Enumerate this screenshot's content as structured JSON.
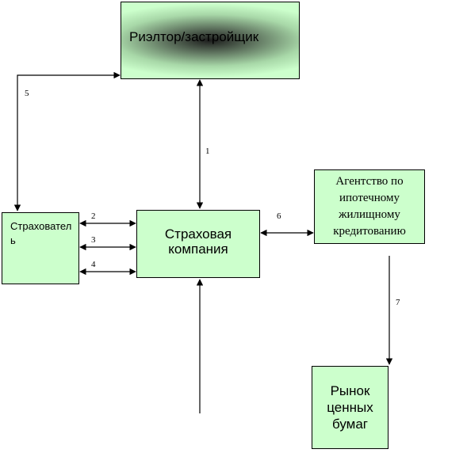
{
  "nodes": {
    "realtor": "Риэлтор/застройщик",
    "insurer": "Страхователь",
    "company": "Страховая компания",
    "agency": "Агентство по ипотечному жилищному кредитованию",
    "market": "Рынок ценных бумаг"
  },
  "edges": {
    "e1": "1",
    "e2": "2",
    "e3": "3",
    "e4": "4",
    "e5": "5",
    "e6": "6",
    "e7": "7"
  }
}
